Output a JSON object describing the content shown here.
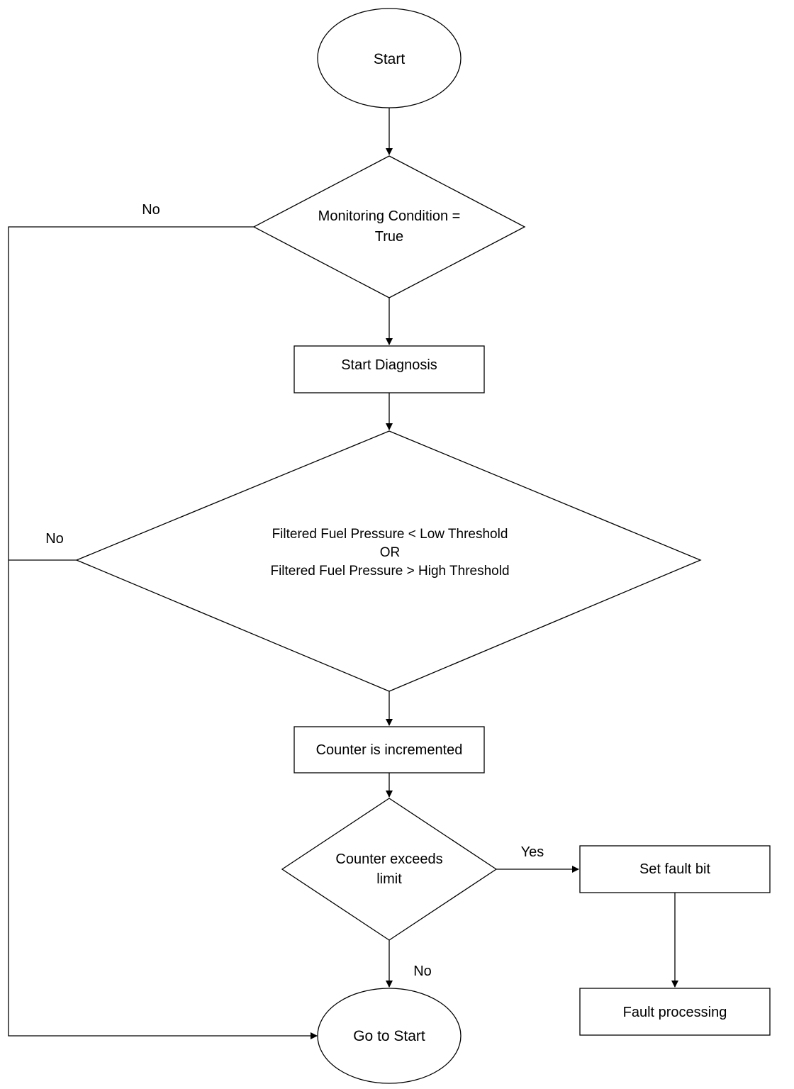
{
  "nodes": {
    "start": "Start",
    "monitoring_line1": "Monitoring Condition =",
    "monitoring_line2": "True",
    "start_diagnosis": "Start Diagnosis",
    "pressure_line1": "Filtered Fuel Pressure < Low Threshold",
    "pressure_line2": "OR",
    "pressure_line3": "Filtered Fuel Pressure > High Threshold",
    "counter_incremented": "Counter is incremented",
    "counter_exceeds_line1": "Counter exceeds",
    "counter_exceeds_line2": "limit",
    "set_fault_bit": "Set fault bit",
    "fault_processing": "Fault processing",
    "go_to_start": "Go to Start"
  },
  "edge_labels": {
    "monitoring_no": "No",
    "pressure_no": "No",
    "counter_yes": "Yes",
    "counter_no": "No"
  }
}
